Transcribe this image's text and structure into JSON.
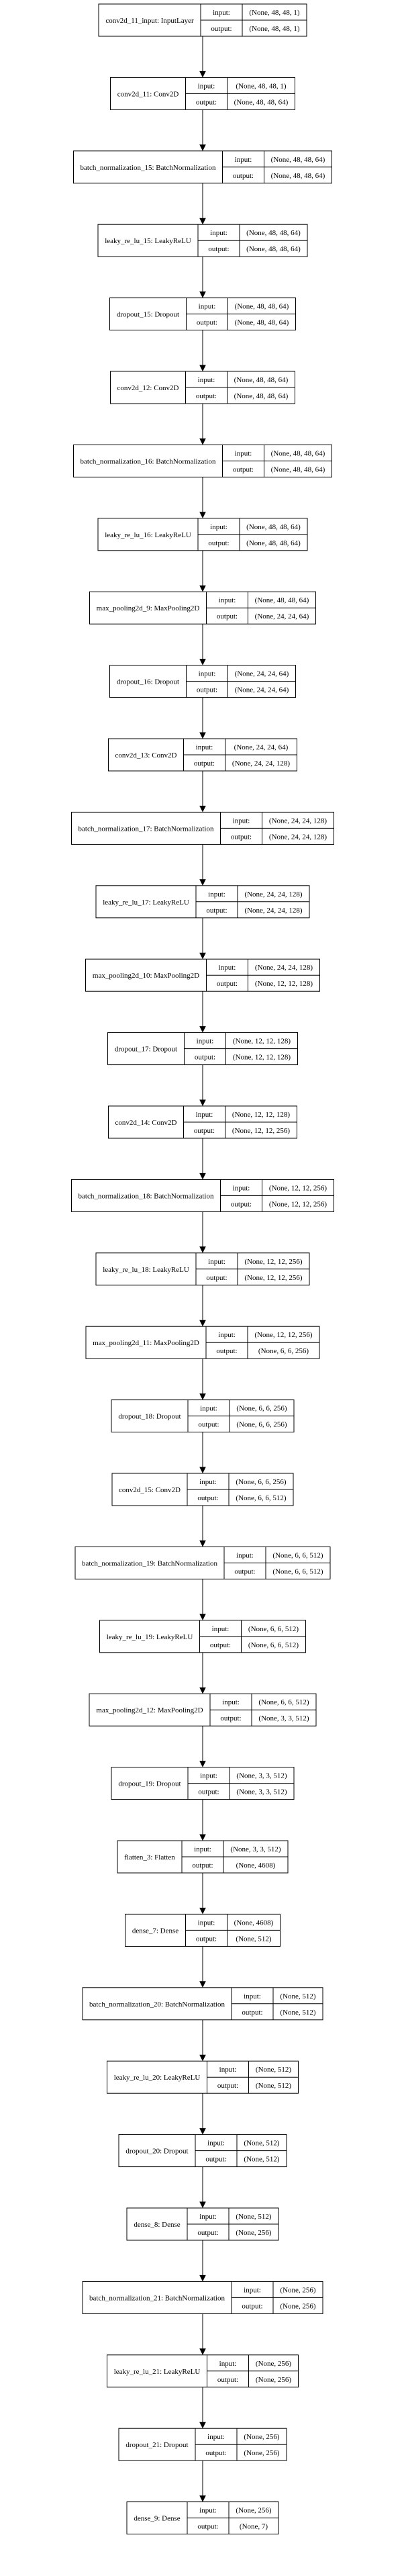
{
  "layers": [
    {
      "name": "conv2d_11_input: InputLayer",
      "input": "(None, 48, 48, 1)",
      "output": "(None, 48, 48, 1)"
    },
    {
      "name": "conv2d_11: Conv2D",
      "input": "(None, 48, 48, 1)",
      "output": "(None, 48, 48, 64)"
    },
    {
      "name": "batch_normalization_15: BatchNormalization",
      "input": "(None, 48, 48, 64)",
      "output": "(None, 48, 48, 64)"
    },
    {
      "name": "leaky_re_lu_15: LeakyReLU",
      "input": "(None, 48, 48, 64)",
      "output": "(None, 48, 48, 64)"
    },
    {
      "name": "dropout_15: Dropout",
      "input": "(None, 48, 48, 64)",
      "output": "(None, 48, 48, 64)"
    },
    {
      "name": "conv2d_12: Conv2D",
      "input": "(None, 48, 48, 64)",
      "output": "(None, 48, 48, 64)"
    },
    {
      "name": "batch_normalization_16: BatchNormalization",
      "input": "(None, 48, 48, 64)",
      "output": "(None, 48, 48, 64)"
    },
    {
      "name": "leaky_re_lu_16: LeakyReLU",
      "input": "(None, 48, 48, 64)",
      "output": "(None, 48, 48, 64)"
    },
    {
      "name": "max_pooling2d_9: MaxPooling2D",
      "input": "(None, 48, 48, 64)",
      "output": "(None, 24, 24, 64)"
    },
    {
      "name": "dropout_16: Dropout",
      "input": "(None, 24, 24, 64)",
      "output": "(None, 24, 24, 64)"
    },
    {
      "name": "conv2d_13: Conv2D",
      "input": "(None, 24, 24, 64)",
      "output": "(None, 24, 24, 128)"
    },
    {
      "name": "batch_normalization_17: BatchNormalization",
      "input": "(None, 24, 24, 128)",
      "output": "(None, 24, 24, 128)"
    },
    {
      "name": "leaky_re_lu_17: LeakyReLU",
      "input": "(None, 24, 24, 128)",
      "output": "(None, 24, 24, 128)"
    },
    {
      "name": "max_pooling2d_10: MaxPooling2D",
      "input": "(None, 24, 24, 128)",
      "output": "(None, 12, 12, 128)"
    },
    {
      "name": "dropout_17: Dropout",
      "input": "(None, 12, 12, 128)",
      "output": "(None, 12, 12, 128)"
    },
    {
      "name": "conv2d_14: Conv2D",
      "input": "(None, 12, 12, 128)",
      "output": "(None, 12, 12, 256)"
    },
    {
      "name": "batch_normalization_18: BatchNormalization",
      "input": "(None, 12, 12, 256)",
      "output": "(None, 12, 12, 256)"
    },
    {
      "name": "leaky_re_lu_18: LeakyReLU",
      "input": "(None, 12, 12, 256)",
      "output": "(None, 12, 12, 256)"
    },
    {
      "name": "max_pooling2d_11: MaxPooling2D",
      "input": "(None, 12, 12, 256)",
      "output": "(None, 6, 6, 256)"
    },
    {
      "name": "dropout_18: Dropout",
      "input": "(None, 6, 6, 256)",
      "output": "(None, 6, 6, 256)"
    },
    {
      "name": "conv2d_15: Conv2D",
      "input": "(None, 6, 6, 256)",
      "output": "(None, 6, 6, 512)"
    },
    {
      "name": "batch_normalization_19: BatchNormalization",
      "input": "(None, 6, 6, 512)",
      "output": "(None, 6, 6, 512)"
    },
    {
      "name": "leaky_re_lu_19: LeakyReLU",
      "input": "(None, 6, 6, 512)",
      "output": "(None, 6, 6, 512)"
    },
    {
      "name": "max_pooling2d_12: MaxPooling2D",
      "input": "(None, 6, 6, 512)",
      "output": "(None, 3, 3, 512)"
    },
    {
      "name": "dropout_19: Dropout",
      "input": "(None, 3, 3, 512)",
      "output": "(None, 3, 3, 512)"
    },
    {
      "name": "flatten_3: Flatten",
      "input": "(None, 3, 3, 512)",
      "output": "(None, 4608)"
    },
    {
      "name": "dense_7: Dense",
      "input": "(None, 4608)",
      "output": "(None, 512)"
    },
    {
      "name": "batch_normalization_20: BatchNormalization",
      "input": "(None, 512)",
      "output": "(None, 512)"
    },
    {
      "name": "leaky_re_lu_20: LeakyReLU",
      "input": "(None, 512)",
      "output": "(None, 512)"
    },
    {
      "name": "dropout_20: Dropout",
      "input": "(None, 512)",
      "output": "(None, 512)"
    },
    {
      "name": "dense_8: Dense",
      "input": "(None, 512)",
      "output": "(None, 256)"
    },
    {
      "name": "batch_normalization_21: BatchNormalization",
      "input": "(None, 256)",
      "output": "(None, 256)"
    },
    {
      "name": "leaky_re_lu_21: LeakyReLU",
      "input": "(None, 256)",
      "output": "(None, 256)"
    },
    {
      "name": "dropout_21: Dropout",
      "input": "(None, 256)",
      "output": "(None, 256)"
    },
    {
      "name": "dense_9: Dense",
      "input": "(None, 256)",
      "output": "(None, 7)"
    }
  ],
  "labels": {
    "input": "input:",
    "output": "output:"
  }
}
